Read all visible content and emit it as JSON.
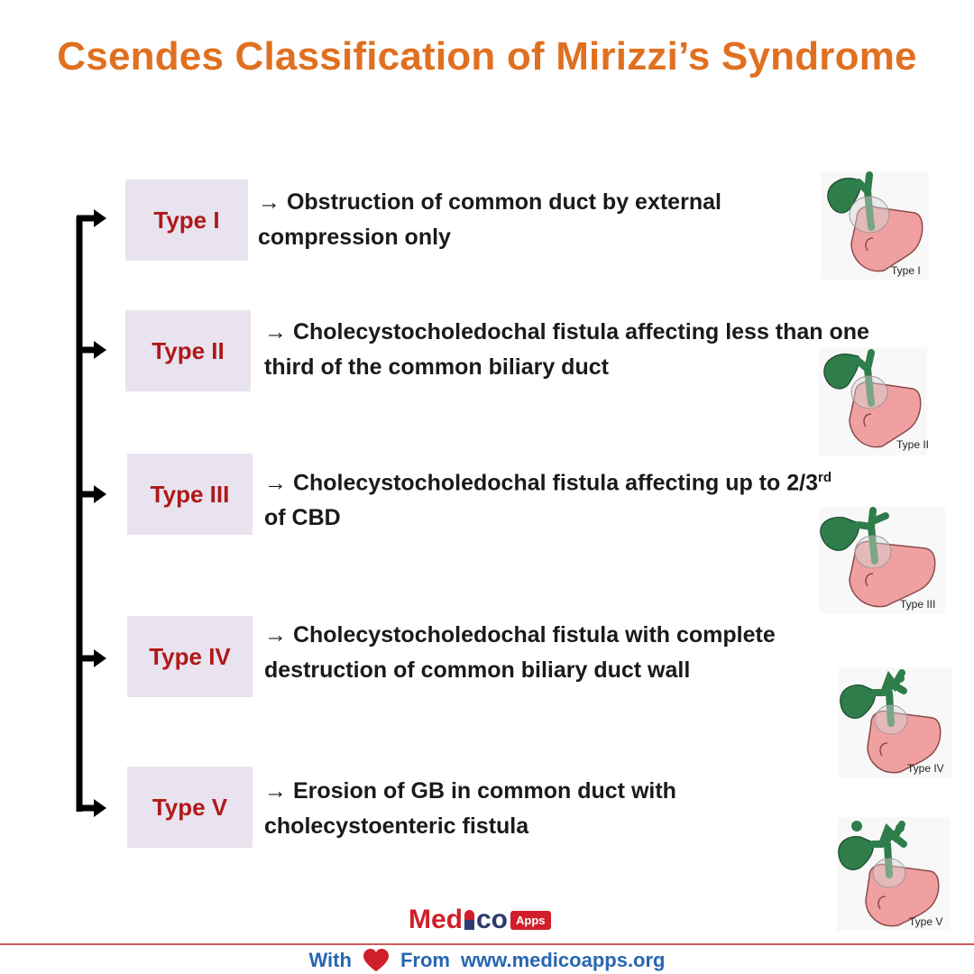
{
  "title": "Csendes Classification of Mirizzi’s Syndrome",
  "types": [
    {
      "label": "Type I",
      "desc": "→ Obstruction of common duct by external compression only",
      "sup": "",
      "illus_label": "Type I"
    },
    {
      "label": "Type II",
      "desc": "→ Cholecystocholedochal fistula affecting less than one third of the common biliary duct",
      "sup": "",
      "illus_label": "Type II"
    },
    {
      "label": "Type III",
      "desc": "→ Cholecystocholedochal fistula affecting up to 2/3",
      "sup": "rd",
      "desc_end": "of CBD",
      "illus_label": "Type III"
    },
    {
      "label": "Type IV",
      "desc": "→ Cholecystocholedochal fistula with complete destruction of common biliary duct wall",
      "sup": "",
      "illus_label": "Type IV"
    },
    {
      "label": "Type V",
      "desc": "→ Erosion of GB in common duct with cholecystoenteric fistula",
      "sup": "",
      "illus_label": "Type V"
    }
  ],
  "logo": {
    "part1": "Med",
    "part2": "co",
    "badge": "Apps"
  },
  "footer": {
    "with": "With",
    "from": "From",
    "url": "www.medicoapps.org"
  },
  "colors": {
    "title": "#e07020",
    "type_label": "#b01818",
    "type_box": "#e8e3ee",
    "footer": "#2766b0",
    "gallbladder": "#2e7d4a",
    "duodenum": "#f0a0a0"
  }
}
